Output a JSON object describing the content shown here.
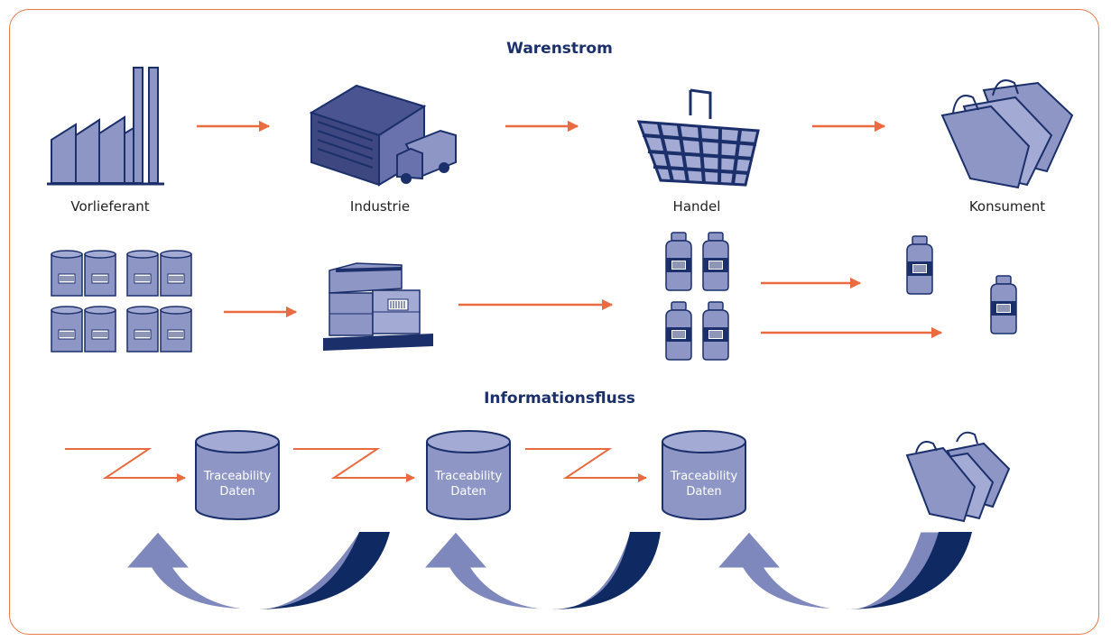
{
  "headings": {
    "warenstrom": "Warenstrom",
    "informationsfluss": "Informationsfluss"
  },
  "stages": [
    {
      "label": "Vorlieferant",
      "icon": "factory-icon"
    },
    {
      "label": "Industrie",
      "icon": "warehouse-truck-icon"
    },
    {
      "label": "Handel",
      "icon": "shopping-basket-icon"
    },
    {
      "label": "Konsument",
      "icon": "shopping-bags-icon"
    }
  ],
  "databases": [
    {
      "line1": "Traceability",
      "line2": "Daten"
    },
    {
      "line1": "Traceability",
      "line2": "Daten"
    },
    {
      "line1": "Traceability",
      "line2": "Daten"
    }
  ],
  "colors": {
    "frame": "#E97847",
    "arrow": "#E96B3F",
    "heading": "#1B2F6B",
    "icon_fill": "#8E96C6",
    "icon_dark": "#1B2F6B",
    "return_arrow_light": "#7F88BD",
    "return_arrow_dark": "#0F2A63"
  }
}
